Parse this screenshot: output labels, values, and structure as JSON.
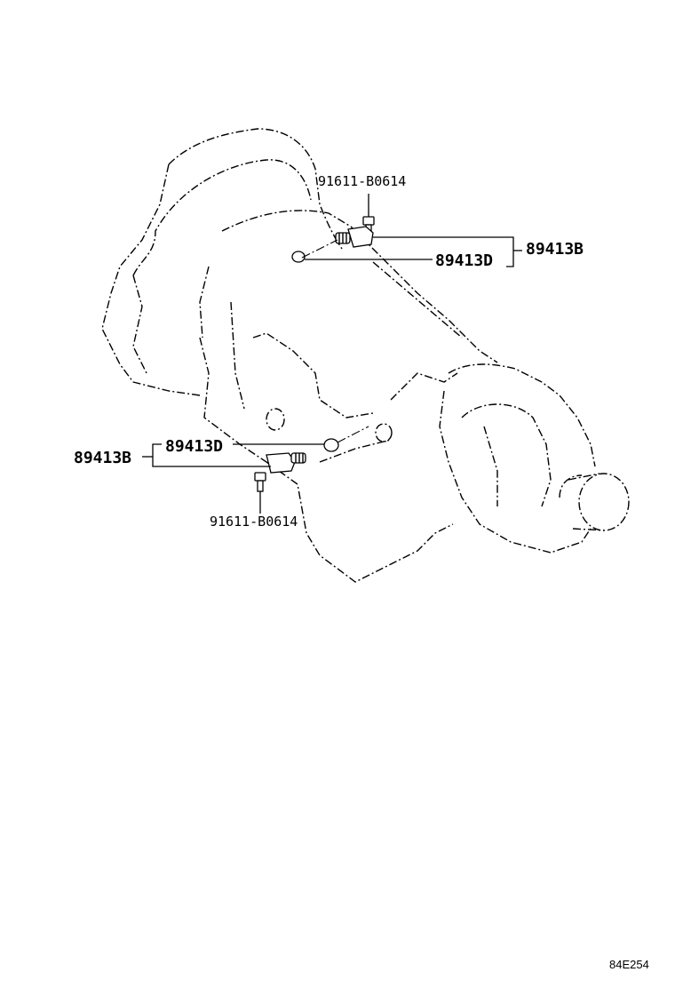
{
  "labels": {
    "bolt_upper": "91611-B0614",
    "sensor_upper": "89413B",
    "ring_upper": "89413D",
    "ring_lower": "89413D",
    "sensor_lower": "89413B",
    "bolt_lower": "91611-B0614"
  },
  "diagram_code": "84E254"
}
